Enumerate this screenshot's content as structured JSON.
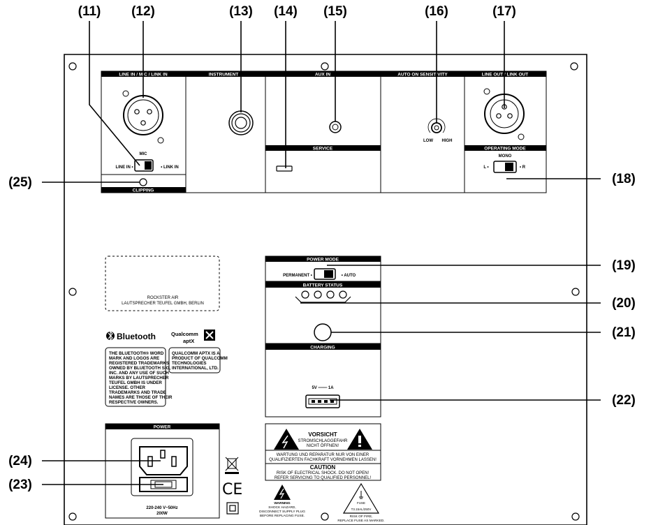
{
  "callouts": {
    "c11": "(11)",
    "c12": "(12)",
    "c13": "(13)",
    "c14": "(14)",
    "c15": "(15)",
    "c16": "(16)",
    "c17": "(17)",
    "c18": "(18)",
    "c19": "(19)",
    "c20": "(20)",
    "c21": "(21)",
    "c22": "(22)",
    "c23": "(23)",
    "c24": "(24)",
    "c25": "(25)"
  },
  "panel": {
    "line_in_header": "LINE IN / MIC / LINK IN",
    "instrument_header": "INSTRUMENT",
    "aux_in_header": "AUX IN",
    "auto_on_header": "AUTO ON SENSITIVITY",
    "line_out_header": "LINE OUT / LINK OUT",
    "service_header": "SERVICE",
    "operating_mode_header": "OPERATING MODE",
    "clipping_label": "CLIPPING",
    "mic_label": "MIC",
    "line_in_label": "LINE IN •",
    "link_in_label": "• LINK IN",
    "low_label": "LOW",
    "high_label": "HIGH",
    "mono_label": "MONO",
    "l_label": "L •",
    "r_label": "• R",
    "power_mode_header": "POWER MODE",
    "permanent_label": "PERMANENT •",
    "auto_label": "• AUTO",
    "battery_status_header": "BATTERY STATUS",
    "charging_header": "CHARGING",
    "usb_rating": "5V ═══ 1A",
    "label_line1": "ROCKSTER AIR",
    "label_line2": "LAUTSPRECHER TEUFEL GMBH, BERLIN",
    "bluetooth_logo": "Bluetooth",
    "qualcomm_logo": "Qualcomm",
    "aptx_logo": "aptX",
    "bt_text": [
      "THE BLUETOOTH® WORD",
      "MARK AND LOGOS ARE",
      "REGISTERED TRADEMARKS",
      "OWNED BY BLUETOOTH SIG,",
      "INC. AND ANY USE OF SUCH",
      "MARKS BY LAUTSPRECHER",
      "TEUFEL GMBH IS UNDER",
      "LICENSE. OTHER",
      "TRADEMARKS AND TRADE",
      "NAMES ARE THOSE OF THEIR",
      "RESPECTIVE OWNERS."
    ],
    "q_text": [
      "QUALCOMM APTX IS A",
      "PRODUCT OF QUALCOMM",
      "TECHNOLOGIES",
      "INTERNATIONAL, LTD."
    ],
    "power_header": "POWER",
    "power_rating1": "220-240 V~50Hz",
    "power_rating2": "200W",
    "ce_mark": "CE",
    "vorsicht": "VORSICHT",
    "vorsicht_sub1": "STROMSCHLAGGEFAHR",
    "vorsicht_sub2": "NICHT ÖFFNEN!",
    "wartung1": "WARTUNG UND REPARATUR NUR VON EINER",
    "wartung2": "QUALIFIZIERTEN FACHKRAFT VORNEHMEN LASSEN!",
    "caution": "CAUTION",
    "caution1": "RISK OF ELECTRICAL SHOCK. DO NOT OPEN!",
    "caution2": "REFER SERVICING TO QUALIFIED PERSONNEL!",
    "warning1": "WARNING",
    "warning2": "SHOCK HAZARD,",
    "warning3": "DISCONNECT SUPPLY PLUG",
    "warning4": "BEFORE REPLACING FUSE.",
    "fuse_label": "FUSE",
    "fuse_rating": "T3.15AL/250V",
    "fuse_text1": "RISK OF FIRE,",
    "fuse_text2": "REPLACE FUSE AS MARKED."
  }
}
